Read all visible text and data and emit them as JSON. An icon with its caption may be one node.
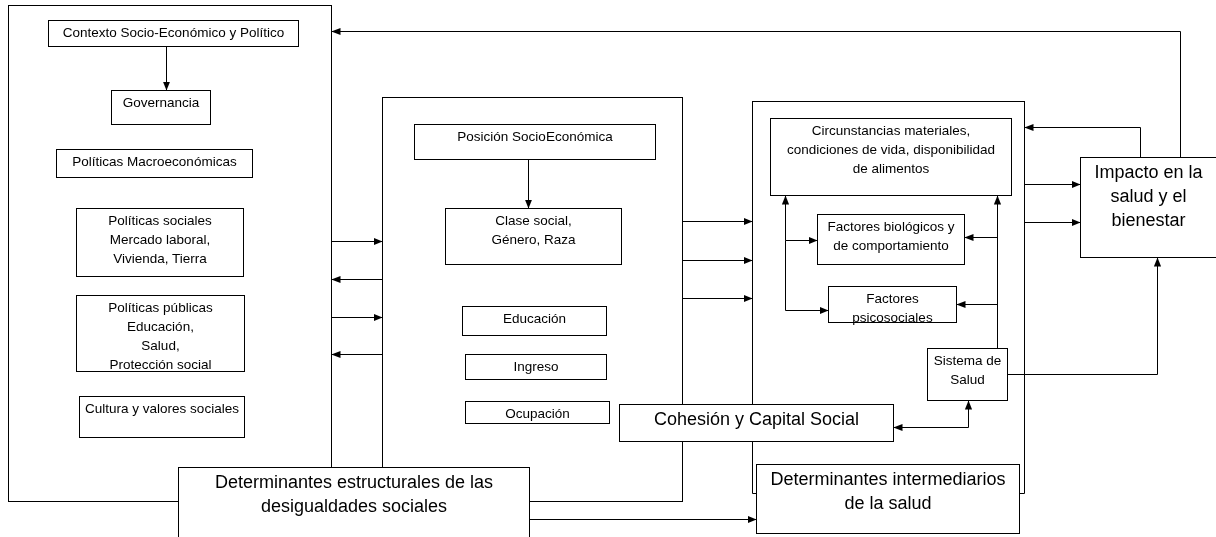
{
  "diagram": {
    "nodes": [
      {
        "text": [],
        "shape": "box"
      },
      {
        "text": [
          "Contexto Socio-Económico y Político"
        ],
        "in": 0
      },
      {
        "text": [
          "Governancia"
        ],
        "in": 0
      },
      {
        "text": [
          "Políticas Macroeconómicas"
        ],
        "in": 0
      },
      {
        "text": [
          "Políticas sociales",
          "Mercado laboral,",
          "Vivienda, Tierra"
        ],
        "in": 0
      },
      {
        "text": [
          "Políticas públicas",
          "Educación,",
          "Salud,",
          "Protección social"
        ],
        "in": 0
      },
      {
        "text": [
          "Cultura y valores sociales"
        ],
        "in": 0
      },
      {
        "text": [],
        "shape": "box"
      },
      {
        "text": [
          "Posición SocioEconómica"
        ],
        "in": 7
      },
      {
        "text": [
          "Clase social, Género, Raza"
        ],
        "in": 7
      },
      {
        "text": [
          "Educación"
        ],
        "in": 7
      },
      {
        "text": [
          "Ingreso"
        ],
        "in": 7
      },
      {
        "text": [
          "Ocupación"
        ],
        "in": 7
      },
      {
        "text": [],
        "shape": "box"
      },
      {
        "text": [
          "Circunstancias materiales, condiciones de vida, disponibilidad de alimentos"
        ],
        "in": 13
      },
      {
        "text": [
          "Factores biológicos y de comportamiento"
        ],
        "in": 13
      },
      {
        "text": [
          "Factores psicosociales"
        ],
        "in": 13
      },
      {
        "text": [
          "Sistema de Salud"
        ],
        "in": 13
      },
      {
        "text": [
          "Cohesión y Capital Social"
        ]
      },
      {
        "text": [
          "Determinantes estructurales de las desigualdades sociales"
        ]
      },
      {
        "text": [
          "Determinantes intermediarios de la salud"
        ]
      },
      {
        "text": [
          "Impacto en la salud y el bienestar"
        ]
      }
    ],
    "edges": [
      {
        "from": 1,
        "to": 2,
        "arrow": "to"
      },
      {
        "from": 8,
        "to": 9,
        "arrow": "to"
      },
      {
        "from": 0,
        "to": 7,
        "arrow": "to"
      },
      {
        "from": 7,
        "to": 0,
        "arrow": "to"
      },
      {
        "from": 0,
        "to": 7,
        "arrow": "to"
      },
      {
        "from": 7,
        "to": 0,
        "arrow": "to"
      },
      {
        "from": 7,
        "to": 13,
        "arrow": "to"
      },
      {
        "from": 7,
        "to": 13,
        "arrow": "to"
      },
      {
        "from": 7,
        "to": 13,
        "arrow": "to"
      },
      {
        "from": 13,
        "to": 21,
        "arrow": "to"
      },
      {
        "from": 13,
        "to": 21,
        "arrow": "to"
      },
      {
        "from": 21,
        "to": 13,
        "arrow": "to"
      },
      {
        "from": 21,
        "to": 0,
        "arrow": "to"
      },
      {
        "from": null,
        "to": 14,
        "arrow": "to"
      },
      {
        "from": null,
        "to": 15,
        "arrow": "to"
      },
      {
        "from": null,
        "to": 16,
        "arrow": "to"
      },
      {
        "from": 17,
        "to": 14,
        "arrow": "to"
      },
      {
        "from": 17,
        "to": 15,
        "arrow": "to"
      },
      {
        "from": 17,
        "to": 16,
        "arrow": "to"
      },
      {
        "from": 18,
        "to": 17,
        "arrow": "both"
      },
      {
        "from": 17,
        "to": 21,
        "arrow": "to"
      },
      {
        "from": 19,
        "to": 20,
        "arrow": "to"
      }
    ]
  }
}
